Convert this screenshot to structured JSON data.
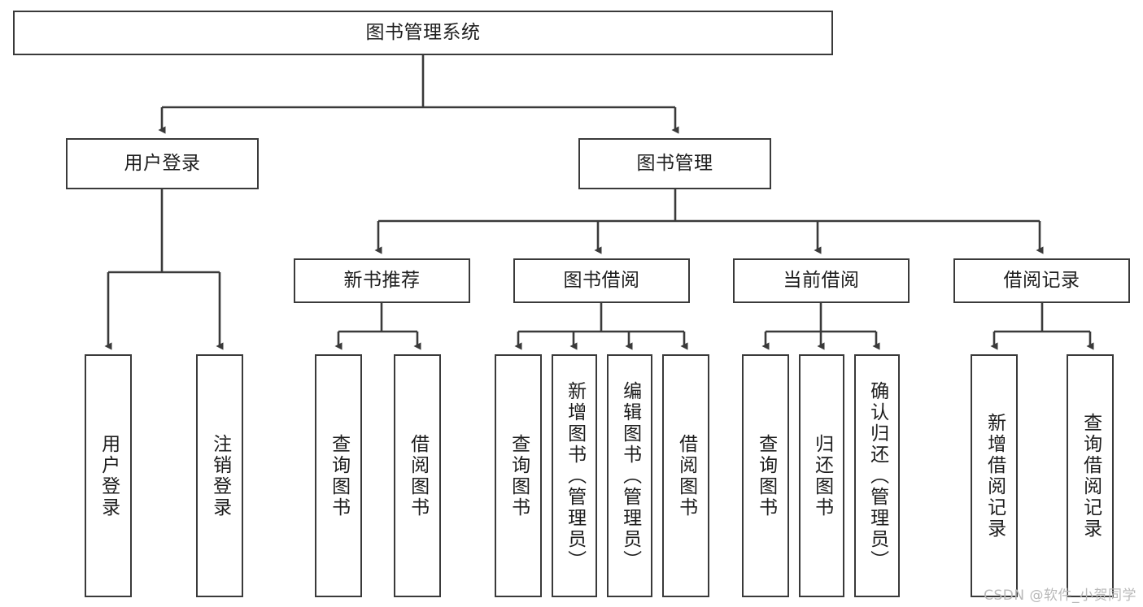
{
  "diagram": {
    "type": "tree-flowchart",
    "title": "图书管理系统",
    "watermark": "CSDN @软件_小贺同学",
    "colors": {
      "box_border": "#3a3a3a",
      "box_fill": "#ffffff",
      "connector": "#3a3a3a",
      "text": "#1d1d1d",
      "watermark": "#b9b9b9",
      "background": "#ffffff"
    },
    "root": {
      "label": "图书管理系统"
    },
    "level2": [
      {
        "label": "用户登录"
      },
      {
        "label": "图书管理"
      }
    ],
    "level3": [
      {
        "label": "新书推荐"
      },
      {
        "label": "图书借阅"
      },
      {
        "label": "当前借阅"
      },
      {
        "label": "借阅记录"
      }
    ],
    "leaves": {
      "user_login": [
        {
          "label": "用户登录"
        },
        {
          "label": "注销登录"
        }
      ],
      "new_book": [
        {
          "label": "查询图书"
        },
        {
          "label": "借阅图书"
        }
      ],
      "book_borrow": [
        {
          "label": "查询图书"
        },
        {
          "label": "新增图书（管理员）"
        },
        {
          "label": "编辑图书（管理员）"
        },
        {
          "label": "借阅图书"
        }
      ],
      "current_borrow": [
        {
          "label": "查询图书"
        },
        {
          "label": "归还图书"
        },
        {
          "label": "确认归还（管理员）"
        }
      ],
      "borrow_record": [
        {
          "label": "新增借阅记录"
        },
        {
          "label": "查询借阅记录"
        }
      ]
    }
  }
}
